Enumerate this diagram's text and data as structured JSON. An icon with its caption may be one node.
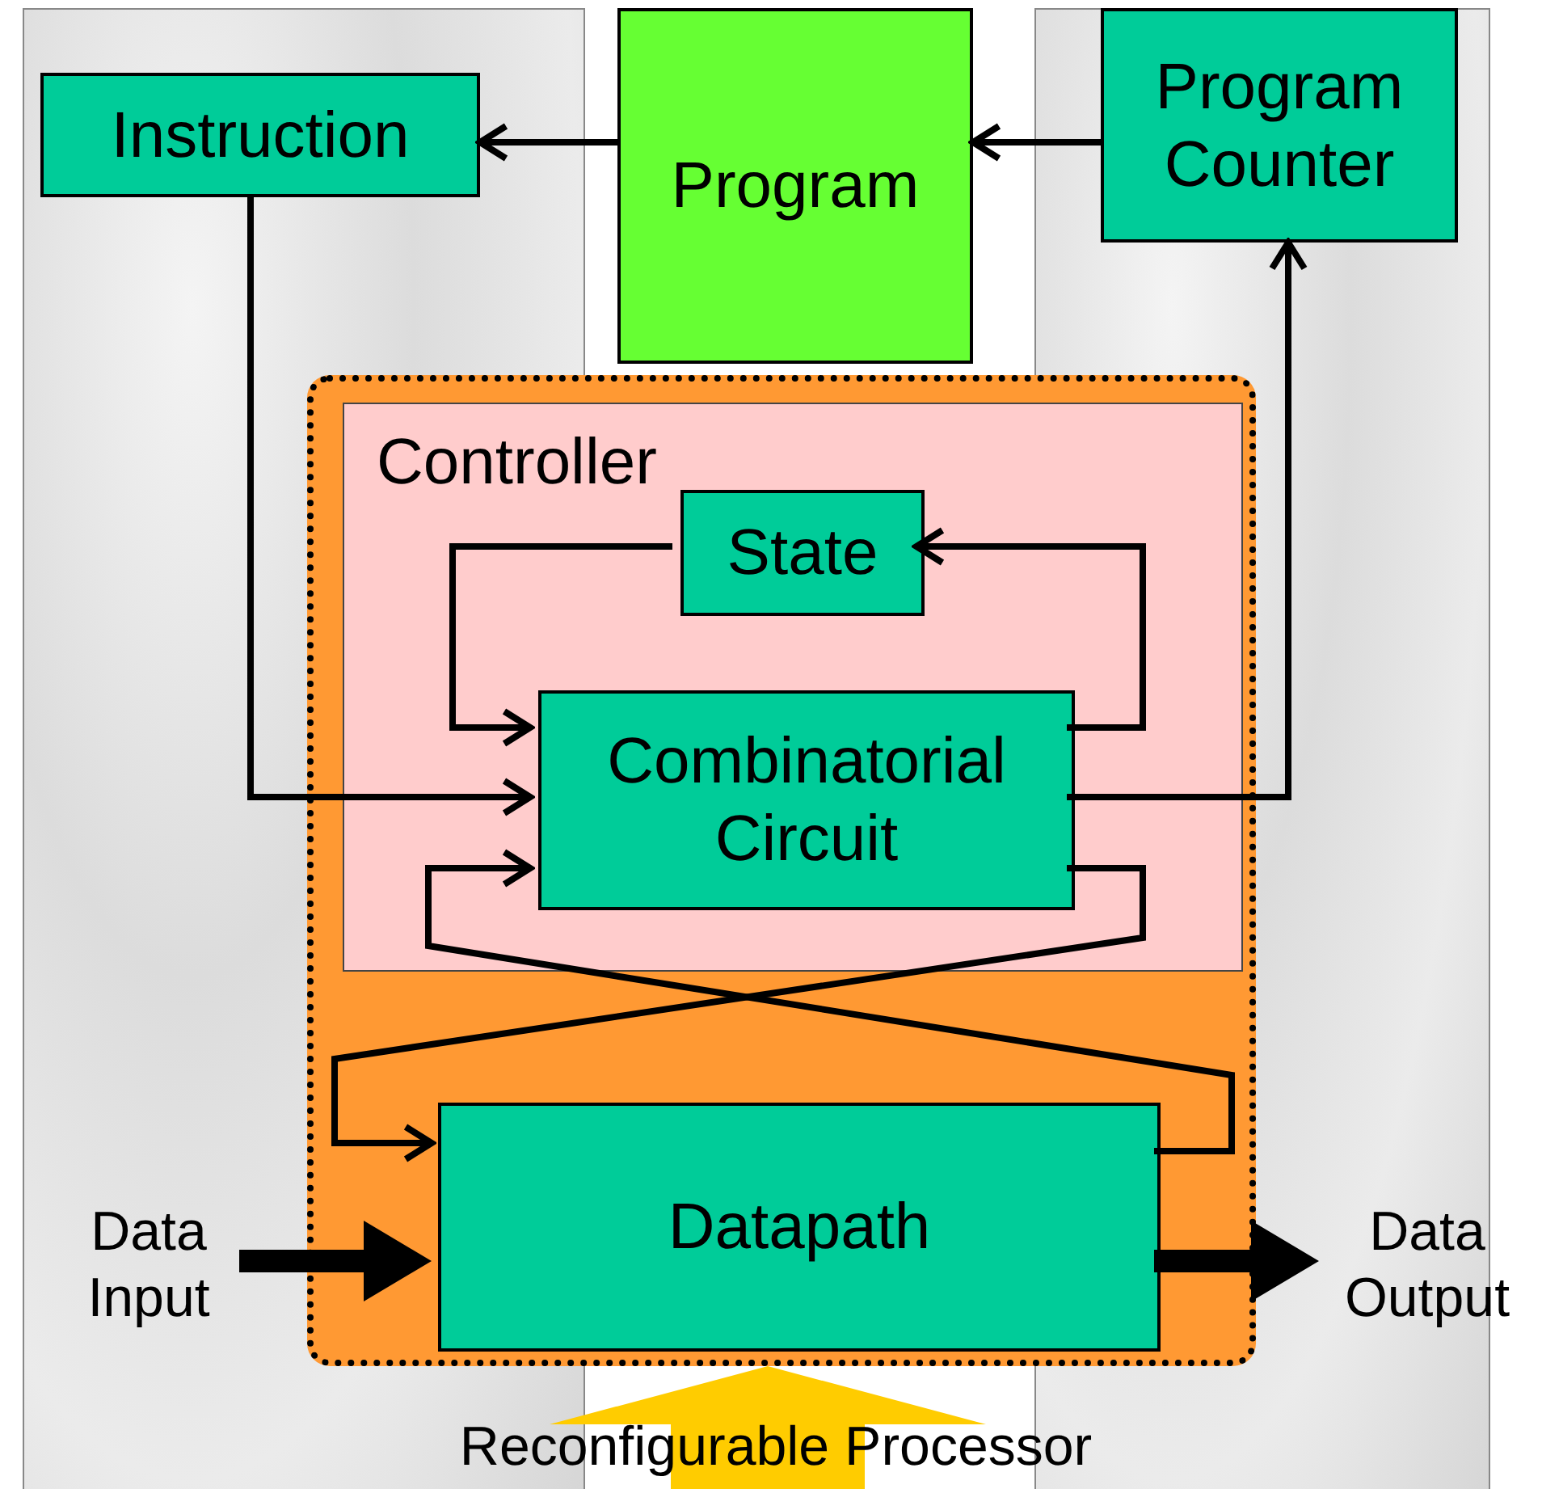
{
  "diagram": {
    "nodes": [
      {
        "text": [
          "Instruction"
        ]
      },
      {
        "text": [
          "Program"
        ]
      },
      {
        "text": [
          "Program Counter"
        ]
      },
      {
        "text": [],
        "shape": "box"
      },
      {
        "text": [
          "Controller"
        ],
        "in": 3
      },
      {
        "text": [
          "State"
        ],
        "in": 4
      },
      {
        "text": [
          "Combinatorial Circuit"
        ],
        "in": 4
      },
      {
        "text": [
          "Datapath"
        ],
        "in": 3
      },
      {
        "text": [
          "Data Input"
        ]
      },
      {
        "text": [
          "Data Output"
        ]
      }
    ],
    "edges": [
      {
        "from": 1,
        "to": 0,
        "arrow": "to"
      },
      {
        "from": 2,
        "to": 1,
        "arrow": "to"
      },
      {
        "from": 0,
        "to": 6,
        "arrow": "to"
      },
      {
        "from": 6,
        "to": 2,
        "arrow": "to"
      },
      {
        "from": 5,
        "to": 6,
        "arrow": "to"
      },
      {
        "from": 6,
        "to": 5,
        "arrow": "to"
      },
      {
        "from": 6,
        "to": 7,
        "arrow": "to"
      },
      {
        "from": 7,
        "to": 6,
        "arrow": "to"
      },
      {
        "from": 8,
        "to": 7,
        "arrow": "to",
        "style": "thick"
      },
      {
        "from": 7,
        "to": 9,
        "arrow": "to",
        "style": "thick"
      },
      {
        "from": null,
        "to": 3,
        "arrow": "to",
        "label": "Reconfigurable Processor",
        "style": "thick",
        "color": "#ffcc00"
      }
    ]
  }
}
